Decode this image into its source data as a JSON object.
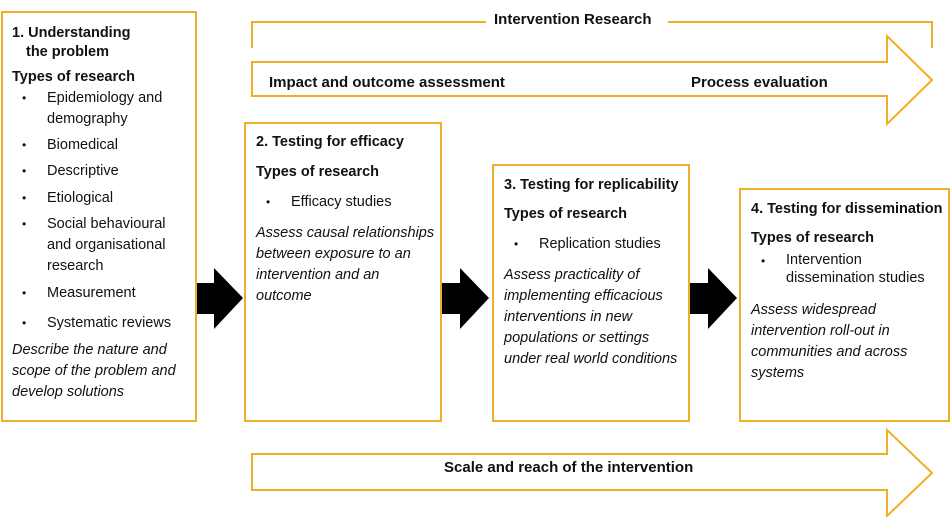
{
  "colors": {
    "accent": "#f0ae25",
    "arrow": "#000000"
  },
  "header": {
    "intervention_research": "Intervention Research",
    "impact_assessment": "Impact and outcome assessment",
    "process_evaluation": "Process evaluation"
  },
  "footer": {
    "scale_reach": "Scale and reach of the intervention"
  },
  "box1": {
    "title_line1": "1. Understanding",
    "title_line2": "the problem",
    "types_heading": "Types of research",
    "items": [
      "Epidemiology and demography",
      "Biomedical",
      "Descriptive",
      "Etiological",
      "Social behavioural and organisational research",
      "Measurement",
      "Systematic reviews"
    ],
    "description": "Describe the nature and scope of the problem and develop solutions"
  },
  "box2": {
    "title": "2. Testing for efficacy",
    "types_heading": "Types of research",
    "items": [
      "Efficacy studies"
    ],
    "description": "Assess causal relationships between exposure to an intervention and an outcome"
  },
  "box3": {
    "title": "3. Testing for replicability",
    "types_heading": "Types of research",
    "items": [
      "Replication studies"
    ],
    "description": "Assess practicality of implementing efficacious interventions in new populations or settings under real world conditions"
  },
  "box4": {
    "title": "4. Testing for dissemination",
    "types_heading": "Types of research",
    "items": [
      "Intervention dissemination studies"
    ],
    "description": "Assess widespread intervention roll-out in communities and across systems"
  },
  "bullet_glyph": "•"
}
